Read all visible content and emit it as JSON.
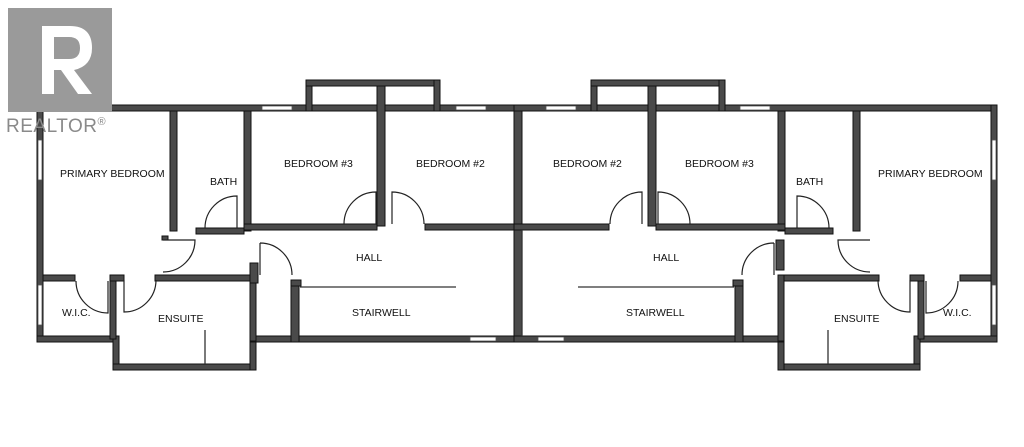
{
  "logo": {
    "brand": "REALTOR",
    "registered": "®",
    "icon": "realtor-r-logo-icon"
  },
  "rooms": {
    "left_primary_bedroom": "PRIMARY BEDROOM",
    "left_bath": "BATH",
    "left_bedroom3": "BEDROOM #3",
    "left_bedroom2": "BEDROOM #2",
    "left_hall": "HALL",
    "left_wic": "W.I.C.",
    "left_ensuite": "ENSUITE",
    "left_stairwell": "STAIRWELL",
    "right_bedroom2": "BEDROOM #2",
    "right_bedroom3": "BEDROOM #3",
    "right_bath": "BATH",
    "right_primary_bedroom": "PRIMARY BEDROOM",
    "right_hall": "HALL",
    "right_stairwell": "STAIRWELL",
    "right_ensuite": "ENSUITE",
    "right_wic": "W.I.C."
  }
}
